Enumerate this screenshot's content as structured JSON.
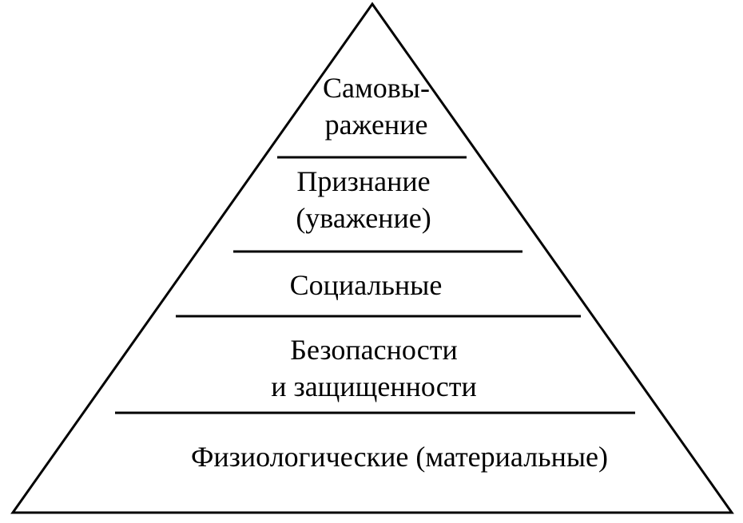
{
  "diagram": {
    "type": "pyramid",
    "title": "",
    "stroke_color": "#000000",
    "background": "#ffffff",
    "levels": [
      {
        "line1": "Самовы-",
        "line2": "ражение"
      },
      {
        "line1": "Признание",
        "line2": "(уважение)"
      },
      {
        "line1": "Социальные"
      },
      {
        "line1": "Безопасности",
        "line2": "и защищенности"
      },
      {
        "line1": "Физиологические (материальные)"
      }
    ]
  }
}
